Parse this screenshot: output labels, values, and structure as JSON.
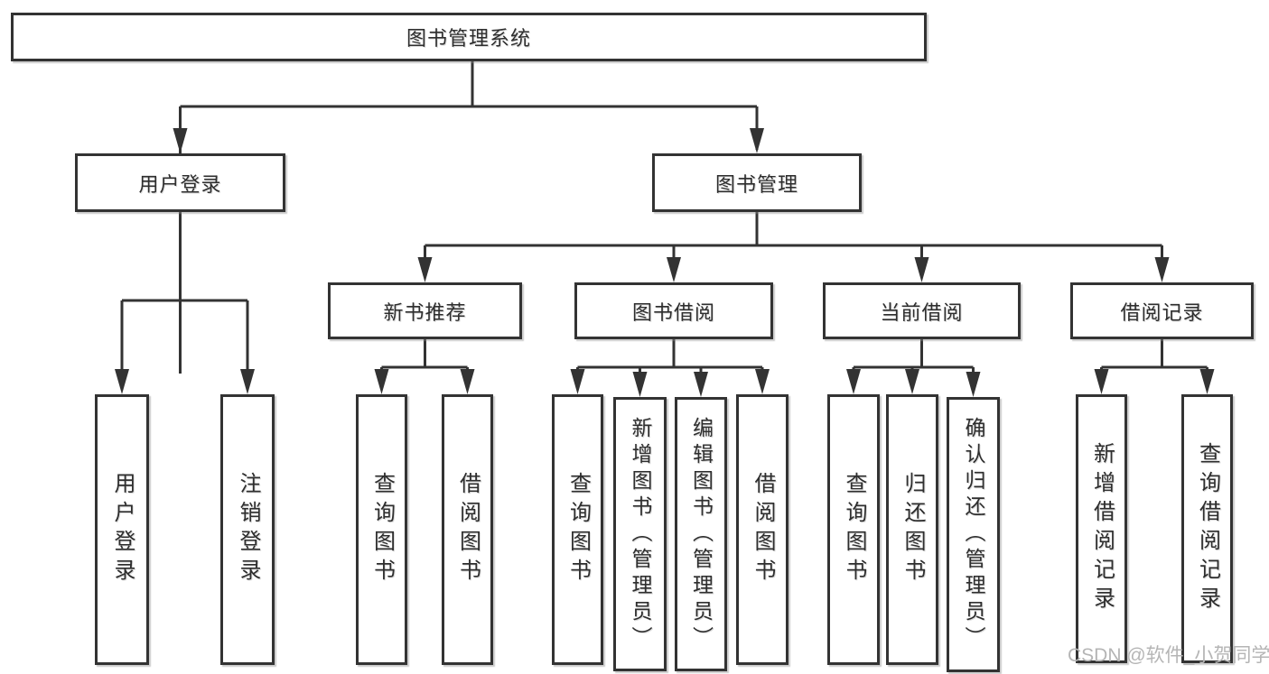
{
  "tree": {
    "root": "图书管理系统",
    "user_login": {
      "label": "用户登录",
      "children": [
        "用户登录",
        "注销登录"
      ]
    },
    "book_mgmt": {
      "label": "图书管理",
      "sections": [
        {
          "label": "新书推荐",
          "children": [
            "查询图书",
            "借阅图书"
          ]
        },
        {
          "label": "图书借阅",
          "children": [
            "查询图书",
            "新增图书（管理员）",
            "编辑图书（管理员）",
            "借阅图书"
          ]
        },
        {
          "label": "当前借阅",
          "children": [
            "查询图书",
            "归还图书",
            "确认归还（管理员）"
          ]
        },
        {
          "label": "借阅记录",
          "children": [
            "新增借阅记录",
            "查询借阅记录"
          ]
        }
      ]
    }
  },
  "watermark": {
    "text": "CSDN @软件_小贺同学"
  },
  "colors": {
    "line": "#333333",
    "box_border": "#333333",
    "text": "#2e2e2e",
    "watermark": "#b5b5b5",
    "background": "#ffffff"
  }
}
